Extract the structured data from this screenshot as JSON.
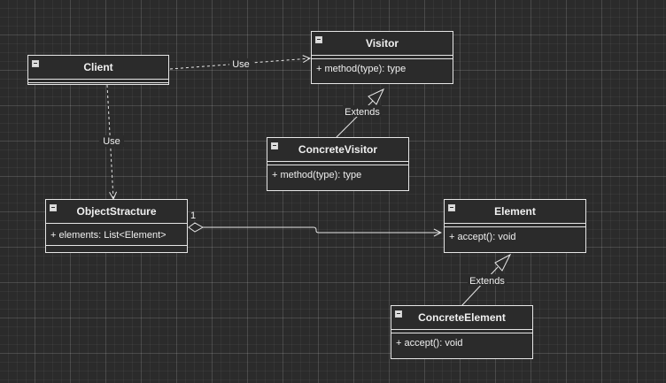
{
  "classes": {
    "client": {
      "name": "Client"
    },
    "visitor": {
      "name": "Visitor",
      "method": "+ method(type): type"
    },
    "concrete_visitor": {
      "name": "ConcreteVisitor",
      "method": "+ method(type): type"
    },
    "object_structure": {
      "name": "ObjectStracture",
      "attribute": "+ elements: List<Element>"
    },
    "element": {
      "name": "Element",
      "method": "+ accept(): void"
    },
    "concrete_element": {
      "name": "ConcreteElement",
      "method": "+ accept(): void"
    }
  },
  "relations": {
    "client_visitor": {
      "label": "Use",
      "kind": "dependency"
    },
    "client_object_structure": {
      "label": "Use",
      "kind": "dependency"
    },
    "concrete_visitor_visitor": {
      "label": "Extends",
      "kind": "generalization"
    },
    "concrete_element_element": {
      "label": "Extends",
      "kind": "generalization"
    },
    "object_structure_element": {
      "multiplicity": "1",
      "kind": "aggregation"
    }
  },
  "colors": {
    "background": "#2b2b2b",
    "stroke": "#e6e6e6",
    "text": "#f0f0f0"
  }
}
